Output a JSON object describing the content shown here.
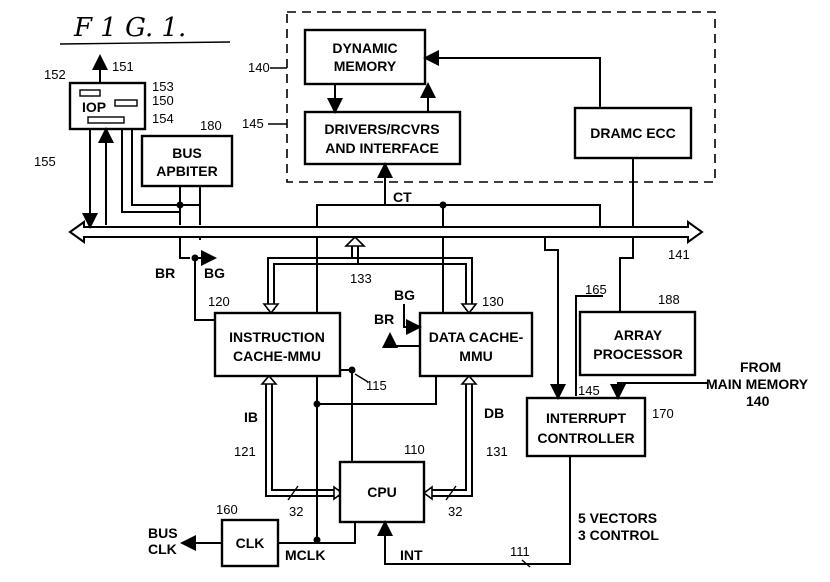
{
  "figure": {
    "title": "F 1 G. 1."
  },
  "blocks": {
    "dynamic_memory": {
      "line1": "DYNAMIC",
      "line2": "MEMORY"
    },
    "drivers": {
      "line1": "DRIVERS/RCVRS",
      "line2": "AND INTERFACE"
    },
    "dramc_ecc": "DRAMC ECC",
    "iop": "IOP",
    "bus_arbiter": {
      "line1": "BUS",
      "line2": "APBITER"
    },
    "instruction_cache": {
      "line1": "INSTRUCTION",
      "line2": "CACHE-MMU"
    },
    "data_cache": {
      "line1": "DATA CACHE-",
      "line2": "MMU"
    },
    "array_processor": {
      "line1": "ARRAY",
      "line2": "PROCESSOR"
    },
    "interrupt_controller": {
      "line1": "INTERRUPT",
      "line2": "CONTROLLER"
    },
    "cpu": "CPU",
    "clk": "CLK"
  },
  "signals": {
    "ct": "CT",
    "br": "BR",
    "bg": "BG",
    "ib": "IB",
    "db": "DB",
    "width32": "32",
    "mclk": "MCLK",
    "bus_clk": {
      "line1": "BUS",
      "line2": "CLK"
    },
    "int": "INT",
    "vectors": "5 VECTORS",
    "control": "3 CONTROL",
    "from_main_memory": {
      "line1": "FROM",
      "line2": "MAIN MEMORY",
      "line3": "140"
    }
  },
  "refs": {
    "r140": "140",
    "r145": "145",
    "r141": "141",
    "r150": "150",
    "r151": "151",
    "r152": "152",
    "r153": "153",
    "r154": "154",
    "r155": "155",
    "r180": "180",
    "r120": "120",
    "r130": "130",
    "r133": "133",
    "r115": "115",
    "r121": "121",
    "r131": "131",
    "r110": "110",
    "r160": "160",
    "r165": "165",
    "r188": "188",
    "r170": "170",
    "r111": "111"
  }
}
